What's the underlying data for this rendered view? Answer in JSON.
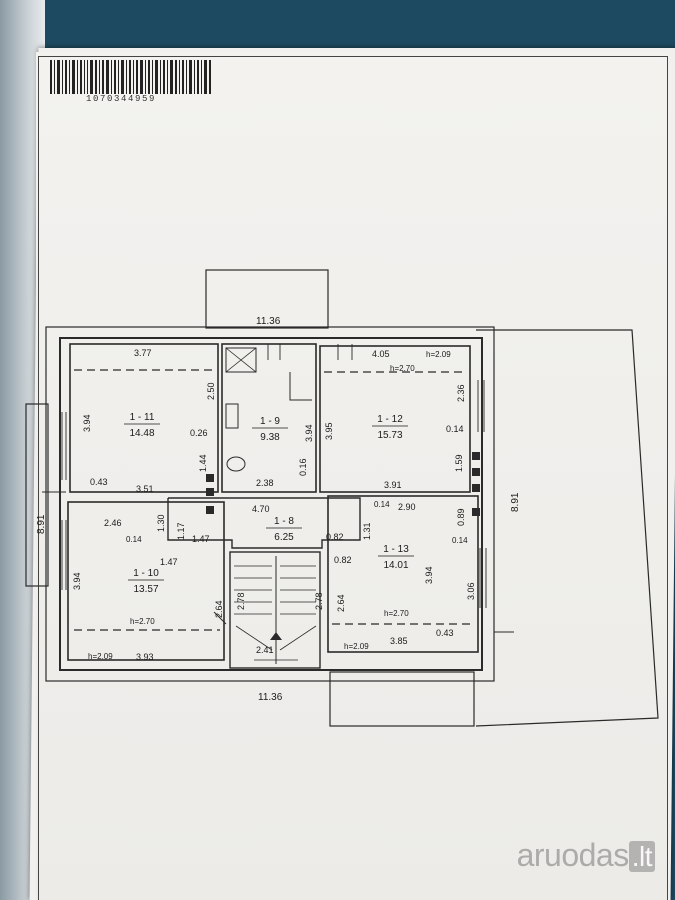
{
  "document": {
    "barcode_number": "1070344959",
    "watermark": {
      "name": "aruodas",
      "tld": ".lt"
    }
  },
  "plan": {
    "rooms": [
      {
        "id": "1 - 11",
        "area": "14.48"
      },
      {
        "id": "1 - 9",
        "area": "9.38"
      },
      {
        "id": "1 - 12",
        "area": "15.73"
      },
      {
        "id": "1 - 8",
        "area": "6.25"
      },
      {
        "id": "1 - 10",
        "area": "13.57"
      },
      {
        "id": "1 - 13",
        "area": "14.01"
      }
    ],
    "overall_width_top": "11.36",
    "overall_width_bottom": "11.36",
    "overall_height_left": "8.91",
    "overall_height_right": "8.91",
    "dims": {
      "d377": "3.77",
      "d405": "4.05",
      "h209a": "h=2.09",
      "h270a": "h=2.70",
      "d250": "2.50",
      "d236": "2.36",
      "d394a": "3.94",
      "d395": "3.95",
      "d394b": "3.94",
      "d026": "0.26",
      "d014a": "0.14",
      "d144": "1.44",
      "d016": "0.16",
      "d159": "1.59",
      "d043a": "0.43",
      "d351": "3.51",
      "d238": "2.38",
      "d391": "3.91",
      "d470": "4.70",
      "d014b": "0.14",
      "d290": "2.90",
      "d089": "0.89",
      "d246": "2.46",
      "d130": "1.30",
      "d014c": "0.14",
      "d117": "1.17",
      "d147a": "1.47",
      "d082a": "0.82",
      "d131": "1.31",
      "d014d": "0.14",
      "d147b": "1.47",
      "d082b": "0.82",
      "d394c": "3.94",
      "d394d": "3.94",
      "d264a": "2.64",
      "d278a": "2.78",
      "d278b": "2.78",
      "d264b": "2.64",
      "d306": "3.06",
      "h270b": "h=2.70",
      "h270c": "h=2.70",
      "h209b": "h=2.09",
      "d393": "3.93",
      "d241": "2.41",
      "h209c": "h=2.09",
      "d385": "3.85",
      "d043b": "0.43"
    }
  }
}
